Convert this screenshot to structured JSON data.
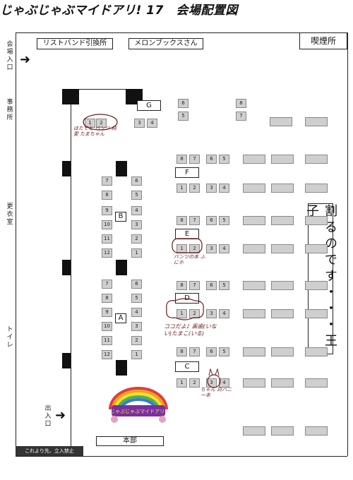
{
  "title": "じゃぶじゃぶマイドアリ! 17　会場配置図",
  "top_boxes": {
    "wristband": "リストバンド引換所",
    "melon": "メロンブックスさん",
    "smoking": "喫煙所"
  },
  "left_labels": {
    "entrance": "会場入口",
    "office": "事務所",
    "changing": "更衣室",
    "toilet": "トイレ",
    "exit": "出入口"
  },
  "no_entry": "これより先、立入禁止",
  "honbu": "本部",
  "sign": "割るのです・・・王子",
  "block_labels": {
    "G": "G",
    "F": "F",
    "E": "E",
    "D": "D",
    "C": "C",
    "B": "B",
    "A": "A"
  },
  "handnotes": {
    "n1": "ほたてと パンツ 純愛 たまちゃん",
    "n2": "パンツの本 ふにホ",
    "n3": "ココだよ♪ 黒歯(いない)たまこ(いる)",
    "n4": "ちゃん 白バニー本"
  },
  "logo_text": "じゃぶじゃぶマイドアリ!"
}
